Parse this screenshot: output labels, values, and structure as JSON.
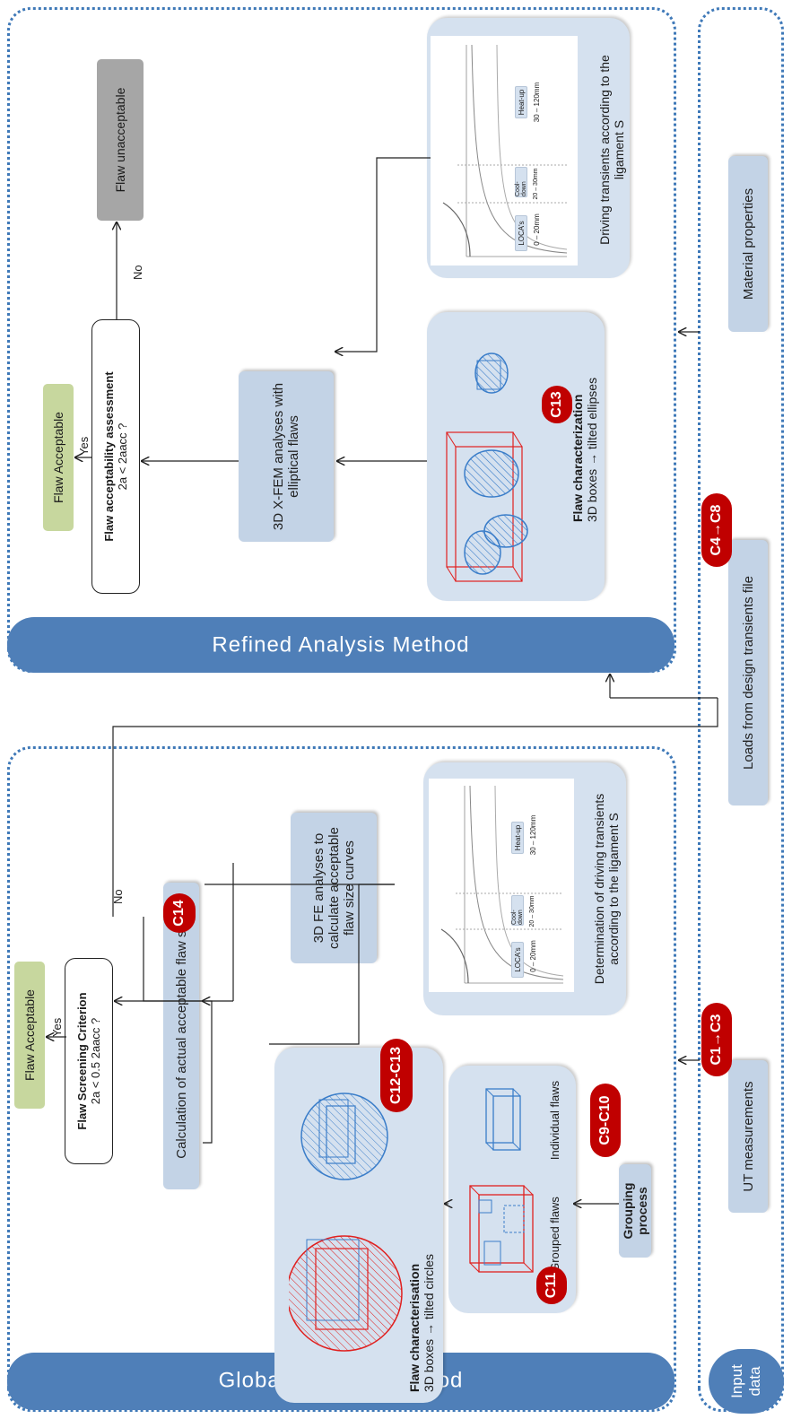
{
  "input_region": {
    "title_line1": "Input",
    "title_line2": "data",
    "ut_measurements": "UT measurements",
    "loads": "Loads from design transients file",
    "material_properties": "Material properties",
    "badge_ut": "C1→C3",
    "badge_loads": "C4→C8"
  },
  "global": {
    "title": "Global Analysis Method",
    "grouping_process": "Grouping process",
    "badge_grouping": "C9-C10",
    "grouped_flaws": "Grouped flaws",
    "individual_flaws": "Individual flaws",
    "badge_grouped": "C11",
    "flaw_char_title": "Flaw characterisation",
    "flaw_char_sub": "3D boxes → tilted circles",
    "badge_char": "C12-C13",
    "driving_text": "Determination of driving transients according to the ligament S",
    "fe_analyses": "3D FE analyses to calculate acceptable flaw size curves",
    "calc_actual": "Calculation of actual acceptable flaw size",
    "badge_calc": "C14",
    "screening_title": "Flaw Screening Criterion",
    "screening_formula": "2a < 0.5 2aacc  ?",
    "yes": "Yes",
    "no": "No",
    "flaw_acceptable": "Flaw Acceptable"
  },
  "refined": {
    "title": "Refined Analysis Method",
    "flaw_char_title": "Flaw characterization",
    "flaw_char_sub": "3D boxes → tilted ellipses",
    "badge_char": "C13",
    "driving_text": "Driving transients according to the ligament S",
    "xfem": "3D X-FEM analyses with elliptical flaws",
    "assessment_title": "Flaw acceptability assessment",
    "assessment_formula": "2a < 2aacc  ?",
    "yes": "Yes",
    "no": "No",
    "flaw_acceptable": "Flaw Acceptable",
    "flaw_unacceptable": "Flaw unacceptable"
  },
  "transient_chart": {
    "phases": [
      "LOCA's",
      "Cool-down",
      "Heat-up"
    ],
    "ranges": [
      "0 – 20mm",
      "20 – 30mm",
      "30 – 120mm"
    ]
  },
  "colors": {
    "region_border": "#3f79b8",
    "pill": "#4f7fb8",
    "tag": "#c3d3e6",
    "box": "#d5e1ef",
    "badge": "#c00000",
    "acceptable": "#c7d79e",
    "unacceptable": "#a6a6a6"
  }
}
